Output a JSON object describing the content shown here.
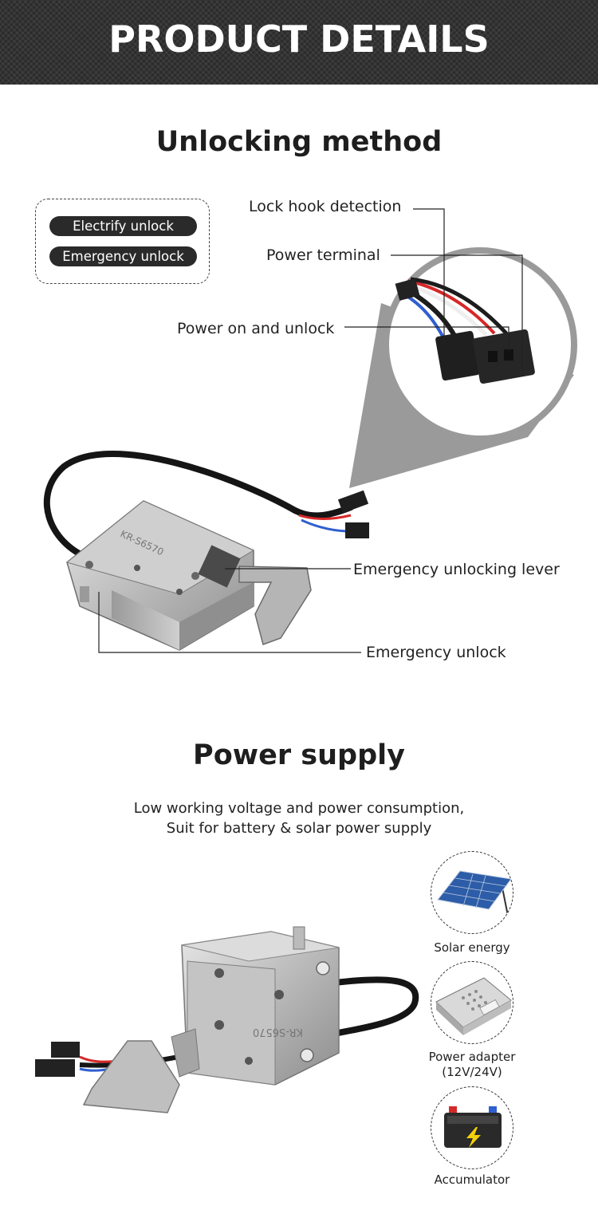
{
  "banner": {
    "title": "PRODUCT DETAILS"
  },
  "unlocking": {
    "title": "Unlocking method",
    "methods": [
      "Electrify unlock",
      "Emergency unlock"
    ],
    "callouts": {
      "lock_hook": "Lock hook detection",
      "power_terminal": "Power terminal",
      "power_on": "Power on and unlock",
      "lever": "Emergency unlocking lever",
      "emergency": "Emergency unlock"
    },
    "device_marking": "KR-S6570"
  },
  "power": {
    "title": "Power supply",
    "subtitle_line1": "Low working voltage and power consumption,",
    "subtitle_line2": "Suit for battery & solar power supply",
    "sources": [
      {
        "label": "Solar energy",
        "icon": "solar-panel-icon"
      },
      {
        "label_line1": "Power adapter",
        "label_line2": "(12V/24V)",
        "icon": "power-adapter-icon"
      },
      {
        "label": "Accumulator",
        "icon": "battery-icon"
      }
    ]
  },
  "colors": {
    "banner": "#2b2b2b",
    "pill": "#2a2a2a",
    "steel": "#bdbdbd",
    "wire_red": "#d62828",
    "wire_blue": "#2f5fd0"
  }
}
